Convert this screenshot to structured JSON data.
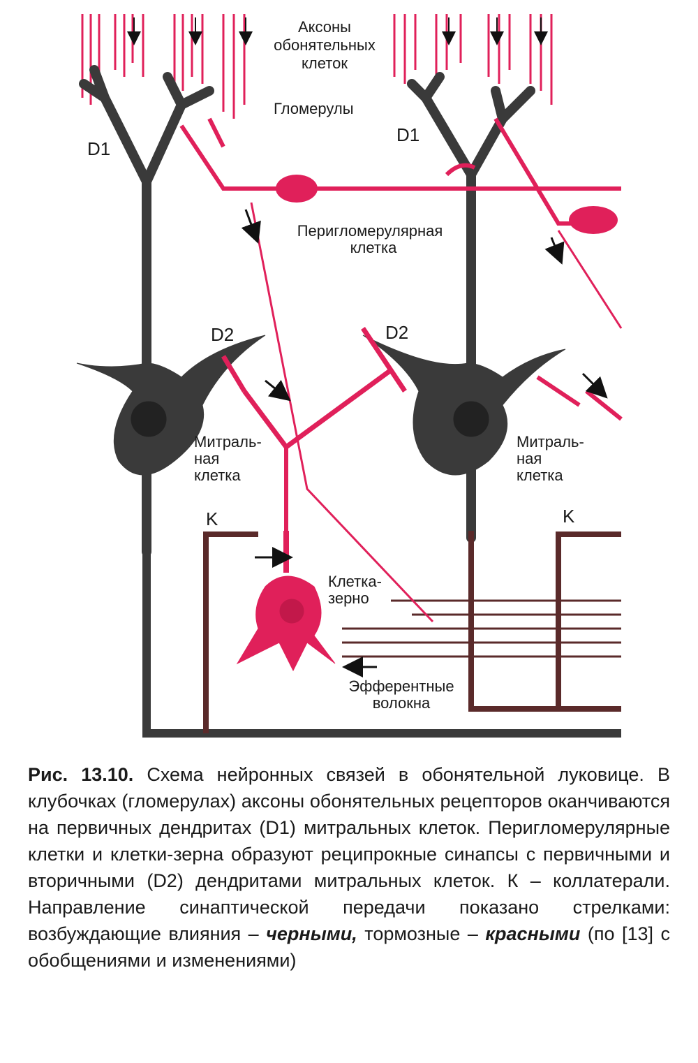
{
  "labels": {
    "axons": [
      "Аксоны",
      "обонятельных",
      "клеток"
    ],
    "glomeruli": "Гломерулы",
    "d1_left": "D1",
    "d1_right": "D1",
    "periglomerular": [
      "Перигломерулярная",
      "клетка"
    ],
    "d2_left": "D2",
    "d2_right": "D2",
    "mitral_left": [
      "Митраль-",
      "ная",
      "клетка"
    ],
    "mitral_right": [
      "Митраль-",
      "ная",
      "клетка"
    ],
    "k_left": "K",
    "k_right": "K",
    "granule": [
      "Клетка-",
      "зерно"
    ],
    "efferent": [
      "Эфферентные",
      "волокна"
    ]
  },
  "caption": {
    "fig": "Рис. 13.10.",
    "text1": " Схема нейронных связей в обонятельной луковице. В клубочках (гломерулах) аксоны обонятельных рецепторов оканчиваются на первичных дендритах (D1) митральных клеток. Перигломерулярные клетки и клетки-зерна образуют реципрокные синапсы с первичными и вторичными (D2) дендритами митральных клеток. К – коллатерали. Направление синаптической передачи показано стрелками: возбуждающие влияния – ",
    "black": "черными,",
    "text2": " тормозные – ",
    "red": "красными",
    "text3": " (по [13] с обобщениями и изменениями)"
  },
  "colors": {
    "mitral": "#3a3a3a",
    "inhibitory": "#e0205a",
    "collateral": "#5a2a2a"
  }
}
